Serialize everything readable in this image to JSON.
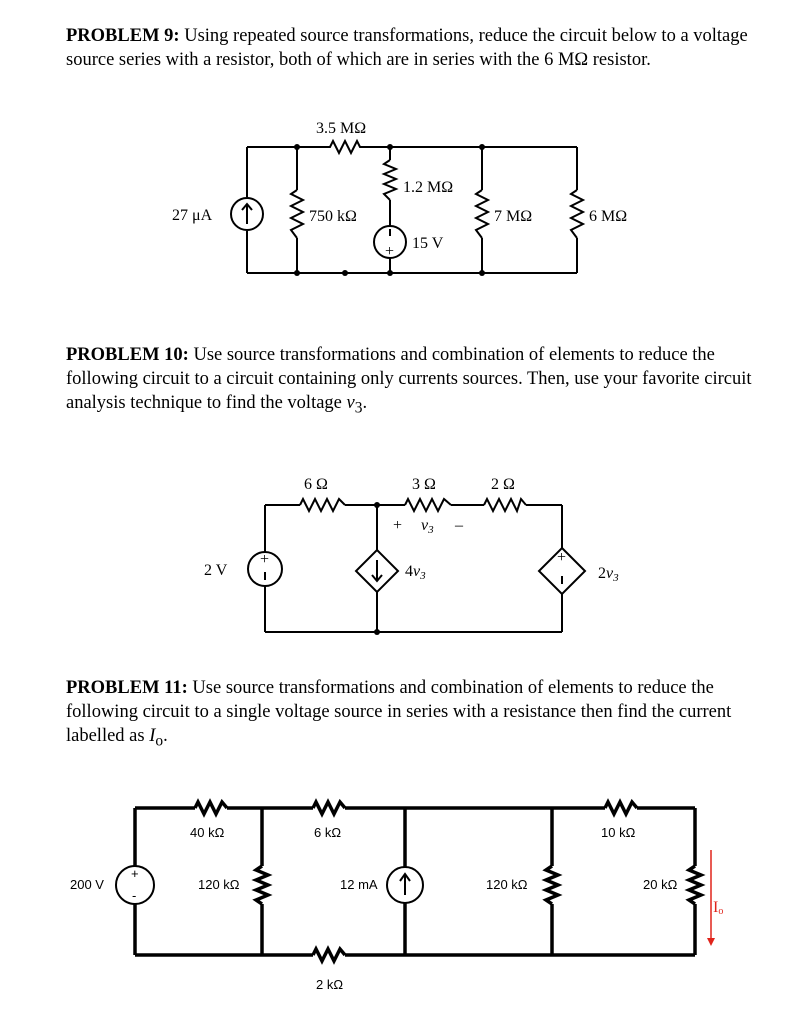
{
  "problem9": {
    "heading": "PROBLEM 9:",
    "text": "Using repeated source transformations, reduce the circuit below to a voltage source series with a resistor, both of which are in series with the 6 MΩ resistor.",
    "labels": {
      "current_source": "27 μA",
      "r_top": "3.5 MΩ",
      "r_750": "750 kΩ",
      "r_1_2": "1.2 MΩ",
      "v_source": "15 V",
      "r_7": "7 MΩ",
      "r_6": "6 MΩ",
      "plus": "+"
    }
  },
  "problem10": {
    "heading": "PROBLEM 10:",
    "text_before": "Use source transformations and combination of elements to reduce the following circuit to a circuit containing only currents sources. Then, use your favorite circuit analysis technique to find the voltage",
    "var": "v",
    "var_sub": "3",
    "text_after": ".",
    "labels": {
      "r_6": "6 Ω",
      "r_3": "3 Ω",
      "r_2": "2 Ω",
      "v_src": "2 V",
      "v3_plus": "+",
      "v3_name": "v",
      "v3_sub": "3",
      "v3_minus": "–",
      "dep_i_coef": "4",
      "dep_i_var": "v",
      "dep_i_sub": "3",
      "dep_v_coef": "2",
      "dep_v_var": "v",
      "dep_v_sub": "3",
      "plus": "+",
      "minus": "–"
    }
  },
  "problem11": {
    "heading": "PROBLEM 11:",
    "text_before": "Use source transformations and combination of elements to reduce the following circuit to a single voltage source in series with a resistance then find the current labelled as",
    "var": "I",
    "var_sub": "o",
    "text_after": ".",
    "labels": {
      "v_src": "200 V",
      "r_40": "40 kΩ",
      "r_6": "6 kΩ",
      "r_10": "10 kΩ",
      "r_120a": "120 kΩ",
      "i_src": "12 mA",
      "r_120b": "120 kΩ",
      "r_20": "20 kΩ",
      "r_2": "2 kΩ",
      "io": "I",
      "io_sub": "o",
      "plus": "+",
      "minus": "-"
    },
    "io_color": "#e0241b"
  }
}
